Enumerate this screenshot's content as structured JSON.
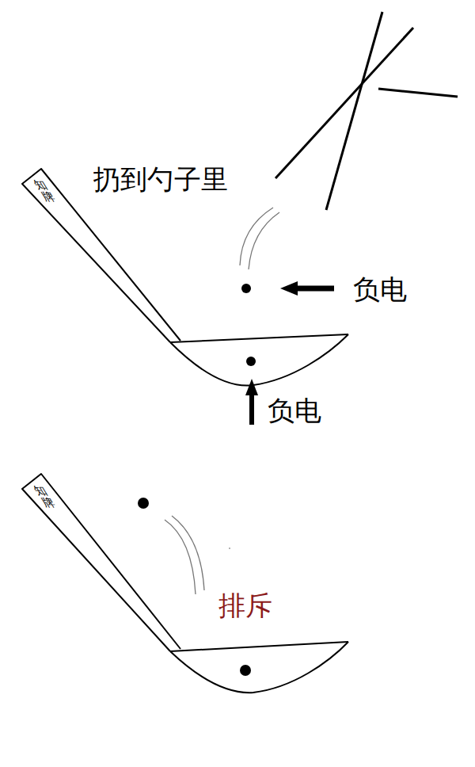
{
  "diagram": {
    "labels": [
      "知牌",
      "扔到勺子里",
      "负电",
      "负电",
      "知牌",
      "排斥"
    ]
  }
}
